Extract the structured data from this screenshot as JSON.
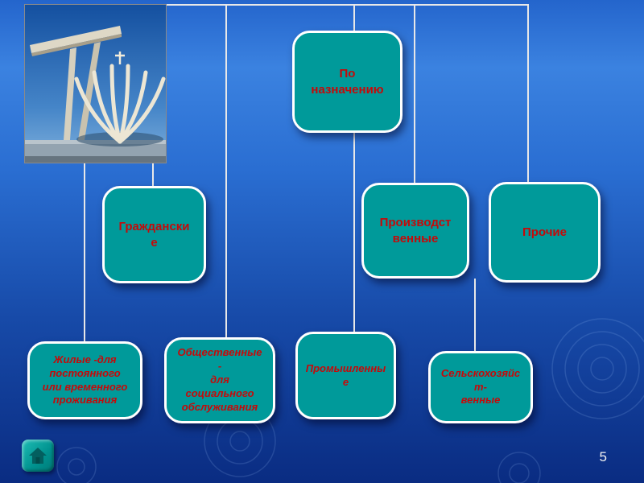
{
  "slide": {
    "page_number": "5"
  },
  "nodes": {
    "purpose": {
      "label": "По\nназначению"
    },
    "civil": {
      "label": "Граждански\nе"
    },
    "production": {
      "label": "Производст\nвенные"
    },
    "other": {
      "label": "Прочие"
    },
    "residential": {
      "label": "Жилые -для\nпостоянного\nили временного\nпроживания"
    },
    "public": {
      "label": "Общественные\n-\nдля\nсоциального\nобслуживания"
    },
    "industrial": {
      "label": "Промышленны\nе"
    },
    "agricultural": {
      "label": "Сельскохозяйс\nт-\nвенные"
    }
  },
  "icons": {
    "home_button": "house-icon"
  },
  "images": {
    "top_left_photo": "cathedral-photo"
  },
  "colors": {
    "node_fill": "#009a9a",
    "node_border": "#ffffff",
    "node_text": "#c40a0a",
    "connector": "#e8e8e8",
    "background_top": "#2f7ce0",
    "background_bottom": "#0a2c82",
    "page_number_text": "#f2f2f2"
  }
}
